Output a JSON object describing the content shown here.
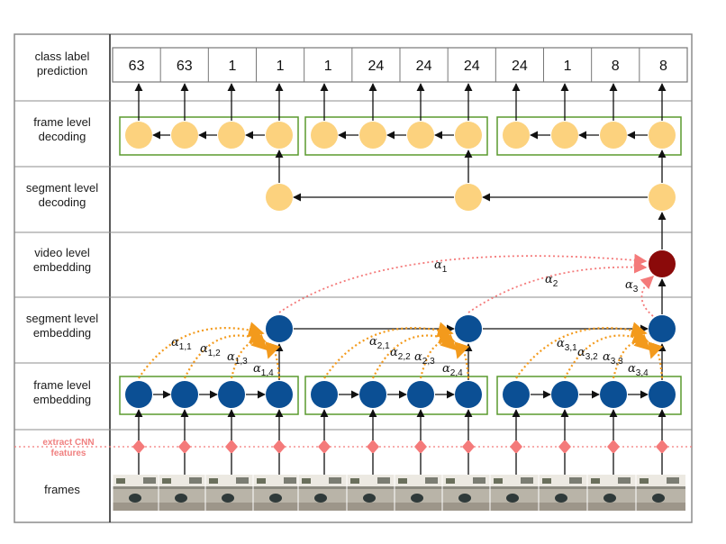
{
  "rows": {
    "class_label": [
      "class label",
      "prediction"
    ],
    "frame_decoding": [
      "frame level",
      "decoding"
    ],
    "segment_decoding": [
      "segment level",
      "decoding"
    ],
    "video_embedding": [
      "video level",
      "embedding"
    ],
    "segment_embedding": [
      "segment level",
      "embedding"
    ],
    "frame_embedding": [
      "frame level",
      "embedding"
    ],
    "cnn": [
      "extract CNN",
      "features"
    ],
    "frames": [
      "frames"
    ]
  },
  "predictions": [
    "63",
    "63",
    "1",
    "1",
    "1",
    "24",
    "24",
    "24",
    "24",
    "1",
    "8",
    "8"
  ],
  "segment_attention_labels": [
    {
      "base": "α",
      "sub": "1,1"
    },
    {
      "base": "α",
      "sub": "1,2"
    },
    {
      "base": "α",
      "sub": "1,3"
    },
    {
      "base": "α",
      "sub": "1,4"
    },
    {
      "base": "α",
      "sub": "2,1"
    },
    {
      "base": "α",
      "sub": "2,2"
    },
    {
      "base": "α",
      "sub": "2,3"
    },
    {
      "base": "α",
      "sub": "2,4"
    },
    {
      "base": "α",
      "sub": "3,1"
    },
    {
      "base": "α",
      "sub": "3,2"
    },
    {
      "base": "α",
      "sub": "3,3"
    },
    {
      "base": "α",
      "sub": "3,4"
    }
  ],
  "video_attention_labels": [
    {
      "base": "α",
      "sub": "1"
    },
    {
      "base": "α",
      "sub": "2"
    },
    {
      "base": "α",
      "sub": "3"
    }
  ],
  "colors": {
    "frame_node": "#0b4f94",
    "decode_node": "#fcd27e",
    "video_node": "#8b0a0a",
    "group_border": "#5a9a2e",
    "cnn": "#f47a7a",
    "attention_frame": "#f39a1c",
    "attention_video": "#f47a7a",
    "grid": "#8c8c8c"
  }
}
